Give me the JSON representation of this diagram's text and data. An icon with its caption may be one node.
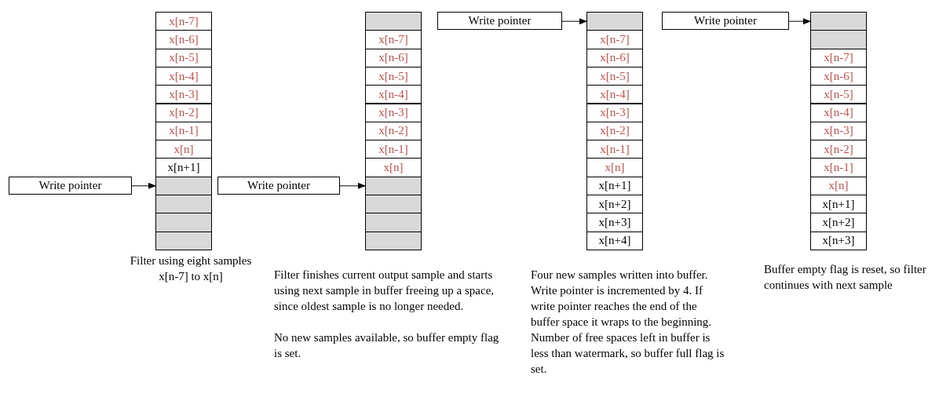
{
  "diagram": {
    "nodes": [
      {
        "text": [
          "Write pointer"
        ]
      },
      {
        "text": [
          "x[n-7]"
        ]
      },
      {
        "text": [
          "x[n-6]"
        ]
      },
      {
        "text": [
          "x[n-5]"
        ]
      },
      {
        "text": [
          "x[n-4]"
        ]
      },
      {
        "text": [
          "x[n-3]"
        ]
      },
      {
        "text": [
          "x[n-2]"
        ]
      },
      {
        "text": [
          "x[n-1]"
        ]
      },
      {
        "text": [
          "x[n]"
        ]
      },
      {
        "text": [
          "x[n+1]"
        ]
      },
      {
        "text": [],
        "shape": "box"
      },
      {
        "text": [],
        "shape": "box"
      },
      {
        "text": [],
        "shape": "box"
      },
      {
        "text": [],
        "shape": "box"
      },
      {
        "text": [
          "Write pointer"
        ]
      },
      {
        "text": [],
        "shape": "box"
      },
      {
        "text": [
          "x[n-7]"
        ]
      },
      {
        "text": [
          "x[n-6]"
        ]
      },
      {
        "text": [
          "x[n-5]"
        ]
      },
      {
        "text": [
          "x[n-4]"
        ]
      },
      {
        "text": [
          "x[n-3]"
        ]
      },
      {
        "text": [
          "x[n-2]"
        ]
      },
      {
        "text": [
          "x[n-1]"
        ]
      },
      {
        "text": [
          "x[n]"
        ]
      },
      {
        "text": [],
        "shape": "box"
      },
      {
        "text": [],
        "shape": "box"
      },
      {
        "text": [],
        "shape": "box"
      },
      {
        "text": [],
        "shape": "box"
      },
      {
        "text": [
          "Write pointer"
        ]
      },
      {
        "text": [],
        "shape": "box"
      },
      {
        "text": [
          "x[n-7]"
        ]
      },
      {
        "text": [
          "x[n-6]"
        ]
      },
      {
        "text": [
          "x[n-5]"
        ]
      },
      {
        "text": [
          "x[n-4]"
        ]
      },
      {
        "text": [
          "x[n-3]"
        ]
      },
      {
        "text": [
          "x[n-2]"
        ]
      },
      {
        "text": [
          "x[n-1]"
        ]
      },
      {
        "text": [
          "x[n]"
        ]
      },
      {
        "text": [
          "x[n+1]"
        ]
      },
      {
        "text": [
          "x[n+2]"
        ]
      },
      {
        "text": [
          "x[n+3]"
        ]
      },
      {
        "text": [
          "x[n+4]"
        ]
      },
      {
        "text": [
          "Write pointer"
        ]
      },
      {
        "text": [],
        "shape": "box"
      },
      {
        "text": [],
        "shape": "box"
      },
      {
        "text": [
          "x[n-7]"
        ]
      },
      {
        "text": [
          "x[n-6]"
        ]
      },
      {
        "text": [
          "x[n-5]"
        ]
      },
      {
        "text": [
          "x[n-4]"
        ]
      },
      {
        "text": [
          "x[n-3]"
        ]
      },
      {
        "text": [
          "x[n-2]"
        ]
      },
      {
        "text": [
          "x[n-1]"
        ]
      },
      {
        "text": [
          "x[n]"
        ]
      },
      {
        "text": [
          "x[n+1]"
        ]
      },
      {
        "text": [
          "x[n+2]"
        ]
      },
      {
        "text": [
          "x[n+3]"
        ]
      }
    ],
    "edges": [
      {
        "from": 0,
        "to": 10,
        "arrow": "to"
      },
      {
        "from": 14,
        "to": 24,
        "arrow": "to"
      },
      {
        "from": 28,
        "to": 29,
        "arrow": "to"
      },
      {
        "from": 42,
        "to": 43,
        "arrow": "to"
      }
    ],
    "labels": [
      "Filter using eight samples x[n-7] to x[n]",
      "Filter finishes current output sample and starts using next sample in buffer freeing up a space, since oldest sample is no longer needed.",
      "No new samples available, so buffer empty flag is set.",
      "Four new samples written into buffer. Write pointer is incremented by 4. If write pointer reaches the end of the buffer space it wraps to the beginning. Number of free spaces left in buffer is less than watermark, so buffer full flag is set.",
      "Buffer empty flag is reset, so filter continues with next sample"
    ]
  }
}
